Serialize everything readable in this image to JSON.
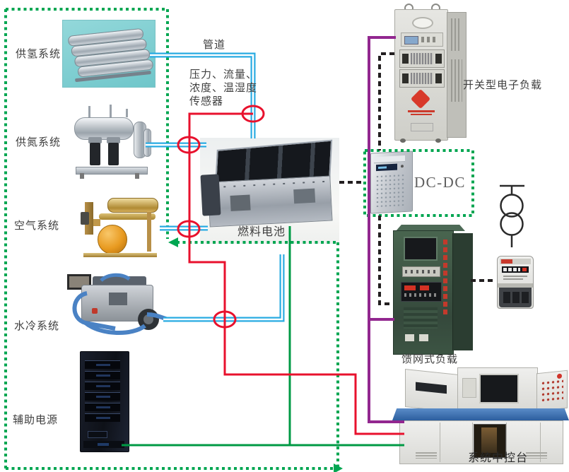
{
  "colors": {
    "pipe_blue": "#29abe2",
    "sensor_red": "#e8112d",
    "boundary_green": "#00a651",
    "power_green": "#009a44",
    "control_purple": "#92278f",
    "signal_black": "#231f20",
    "label_text": "#3f3f3f"
  },
  "subsystems": {
    "hydrogen": "供氢系统",
    "nitrogen": "供氮系统",
    "air": "空气系统",
    "cooling": "水冷系统",
    "aux_power": "辅助电源"
  },
  "center": {
    "pipe": "管道",
    "sensors": "压力、流量、\n浓度、温湿度\n传感器",
    "fuel_cell": "燃料电池"
  },
  "loads": {
    "electronic_load": "开关型电子负载",
    "dc_dc": "DC-DC",
    "grid_load": "馈网式负载",
    "console": "系统中控台"
  }
}
